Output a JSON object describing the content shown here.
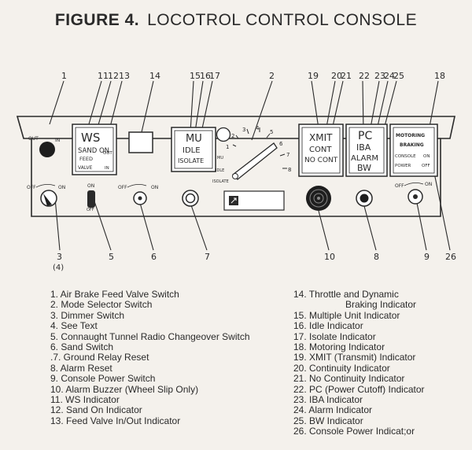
{
  "title": {
    "figure": "FIGURE 4.",
    "text": "LOCOTROL CONTROL CONSOLE"
  },
  "callouts": {
    "n1": "1",
    "n11": "11",
    "n12": "12",
    "n13": "13",
    "n14": "14",
    "n15": "15",
    "n16": "16",
    "n17": "17",
    "n2": "2",
    "n19": "19",
    "n20": "20",
    "n21": "21",
    "n22": "22",
    "n23": "23",
    "n24": "24",
    "n25": "25",
    "n18": "18",
    "n3": "3",
    "n3sub": "(4)",
    "n5": "5",
    "n6": "6",
    "n7": "7",
    "n10": "10",
    "n8": "8",
    "n9": "9",
    "n26": "26"
  },
  "panel": {
    "switch1": {
      "out": "OUT",
      "in": "IN"
    },
    "window_ws": {
      "ws": "WS",
      "sand_on": "SAND ON",
      "feed": "FEED",
      "valve": "VALVE",
      "out": "OUT",
      "in": "IN"
    },
    "window_mu": {
      "mu": "MU",
      "idle": "IDLE",
      "isolate": "ISOLATE"
    },
    "selector": {
      "p1": "1",
      "p2": "2",
      "p3": "3",
      "p4": "4",
      "p5": "5",
      "p6": "6",
      "p7": "7",
      "p8": "8",
      "mu": "MU",
      "idle": "IDLE",
      "isolate": "ISOLATE"
    },
    "window_xmit": {
      "xmit": "XMIT",
      "cont": "CONT",
      "no_cont": "NO CONT"
    },
    "window_pc": {
      "pc": "PC",
      "iba": "IBA",
      "alarm": "ALARM",
      "bw": "BW"
    },
    "window_motoring": {
      "motoring": "MOTORING",
      "braking": "BRAKING",
      "console": "CONSOLE",
      "on": "ON",
      "power": "POWER",
      "off": "OFF"
    },
    "toggles": {
      "off": "OFF",
      "on": "ON"
    }
  },
  "legend": {
    "left": [
      "1. Air Brake Feed Valve Switch",
      "2. Mode Selector Switch",
      "3. Dimmer Switch",
      "4. See Text",
      "5. Connaught Tunnel Radio Changeover Switch",
      "6. Sand Switch",
      ".7. Ground Relay Reset",
      "8. Alarm Reset",
      "9. Console Power Switch",
      "10. Alarm Buzzer (Wheel Slip Only)",
      "11. WS Indicator",
      "12. Sand On Indicator",
      "13. Feed Valve In/Out Indicator"
    ],
    "right_first": "14. Throttle and Dynamic",
    "right_first_cont": "Braking Indicator",
    "right": [
      "15. Multiple Unit Indicator",
      "16. Idle Indicator",
      "17. Isolate Indicator",
      "18. Motoring Indicator",
      "19. XMIT (Transmit) Indicator",
      "20. Continuity Indicator",
      "21. No Continuity Indicator",
      "22. PC (Power Cutoff) Indicator",
      "23. IBA Indicator",
      "24. Alarm Indicator",
      "25. BW Indicator",
      "26. Console Power Indicat;or"
    ]
  }
}
